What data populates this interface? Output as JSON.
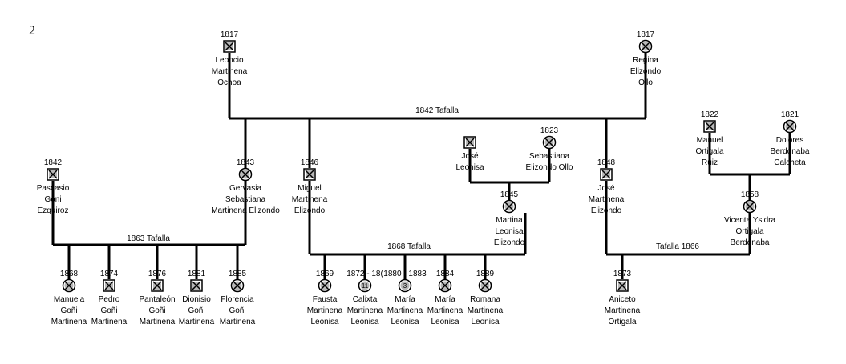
{
  "page_number": "2",
  "people": [
    {
      "id": "leoncio",
      "year": "1817",
      "sex": "male",
      "name": [
        "Leoncio",
        "Martinena",
        "Ochoa"
      ]
    },
    {
      "id": "regina",
      "year": "1817",
      "sex": "female",
      "name": [
        "Regina",
        "Elizondo",
        "Ollo"
      ]
    },
    {
      "id": "manuel",
      "year": "1822",
      "sex": "male",
      "name": [
        "Manuel",
        "Ortigala",
        "Ruiz"
      ]
    },
    {
      "id": "dolores",
      "year": "1821",
      "sex": "female",
      "name": [
        "Dolores",
        "Berdonaba",
        "Calcheta"
      ]
    },
    {
      "id": "jose-leonisa",
      "year": "",
      "sex": "male",
      "name": [
        "José",
        "Leonisa"
      ]
    },
    {
      "id": "sebastiana",
      "year": "1823",
      "sex": "female",
      "name": [
        "Sebastiana",
        "Elizondo Ollo"
      ]
    },
    {
      "id": "pascasio",
      "year": "1842",
      "sex": "male",
      "name": [
        "Pascasio",
        "Goni",
        "Ezquiroz"
      ]
    },
    {
      "id": "gervasia",
      "year": "1843",
      "sex": "female",
      "name": [
        "Gervasia",
        "Sebastiana",
        "Martinena Elizondo"
      ]
    },
    {
      "id": "miguel",
      "year": "1846",
      "sex": "male",
      "name": [
        "Miguel",
        "Martinena",
        "Elizondo"
      ]
    },
    {
      "id": "jose-martinena",
      "year": "1848",
      "sex": "male",
      "name": [
        "José",
        "Martinena",
        "Elizondo"
      ]
    },
    {
      "id": "vicenta",
      "year": "1858",
      "sex": "female",
      "name": [
        "Vicenta Ysidra",
        "Ortigala",
        "Berdonaba"
      ]
    },
    {
      "id": "martina",
      "year": "1845",
      "sex": "female",
      "name": [
        "Martina",
        "Leonisa",
        "Elizondo"
      ]
    },
    {
      "id": "manuela",
      "year": "1868",
      "sex": "female",
      "name": [
        "Manuela",
        "Goñi",
        "Martinena"
      ]
    },
    {
      "id": "pedro",
      "year": "1874",
      "sex": "male",
      "name": [
        "Pedro",
        "Goñi",
        "Martinena"
      ]
    },
    {
      "id": "pantaleon",
      "year": "1876",
      "sex": "male",
      "name": [
        "Pantaleón",
        "Goñi",
        "Martinena"
      ]
    },
    {
      "id": "dionisio",
      "year": "1881",
      "sex": "male",
      "name": [
        "Dionisio",
        "Goñi",
        "Martinena"
      ]
    },
    {
      "id": "florencia",
      "year": "1885",
      "sex": "female",
      "name": [
        "Florencia",
        "Goñi",
        "Martinena"
      ]
    },
    {
      "id": "fausta",
      "year": "1869",
      "sex": "female",
      "name": [
        "Fausta",
        "Martinena",
        "Leonisa"
      ]
    },
    {
      "id": "calixta",
      "year": "1872 - 18(",
      "sex": "female-deceased",
      "glyph": "11",
      "name": [
        "Calixta",
        "Martinena",
        "Leonisa"
      ]
    },
    {
      "id": "maria-1880",
      "year": "1880 - 1883",
      "sex": "female-deceased",
      "glyph": "3",
      "name": [
        "María",
        "Martinena",
        "Leonisa"
      ]
    },
    {
      "id": "maria-1884",
      "year": "1884",
      "sex": "female",
      "name": [
        "María",
        "Martinena",
        "Leonisa"
      ]
    },
    {
      "id": "romana",
      "year": "1889",
      "sex": "female",
      "name": [
        "Romana",
        "Martinena",
        "Leonisa"
      ]
    },
    {
      "id": "aniceto",
      "year": "1873",
      "sex": "male",
      "name": [
        "Aniceto",
        "Martinena",
        "Ortigala"
      ]
    }
  ],
  "marriages": [
    {
      "id": "leoncio-regina",
      "label": "1842 Tafalla"
    },
    {
      "id": "pascasio-gervasia",
      "label": "1863 Tafalla"
    },
    {
      "id": "miguel-martina",
      "label": "1868 Tafalla"
    },
    {
      "id": "jose-vicenta",
      "label": "Tafalla 1866"
    }
  ]
}
